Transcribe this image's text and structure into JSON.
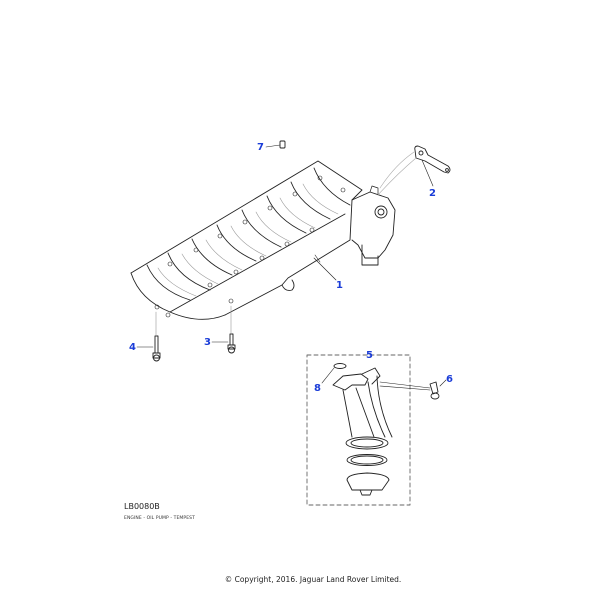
{
  "diagram": {
    "reference_code": "LB0080B",
    "description": "ENGINE - OIL PUMP - TEMPEST",
    "copyright": "© Copyright, 2016. Jaguar Land Rover Limited.",
    "callout_color": "#1a3cd8",
    "callouts": [
      {
        "id": "1",
        "label": "1",
        "part": "oil-pump-housing"
      },
      {
        "id": "2",
        "label": "2",
        "part": "bracket"
      },
      {
        "id": "3",
        "label": "3",
        "part": "bolt"
      },
      {
        "id": "4",
        "label": "4",
        "part": "bolt-long"
      },
      {
        "id": "5",
        "label": "5",
        "part": "oil-pickup-kit"
      },
      {
        "id": "6",
        "label": "6",
        "part": "bolt"
      },
      {
        "id": "7",
        "label": "7",
        "part": "plug"
      },
      {
        "id": "8",
        "label": "8",
        "part": "o-ring"
      }
    ]
  }
}
